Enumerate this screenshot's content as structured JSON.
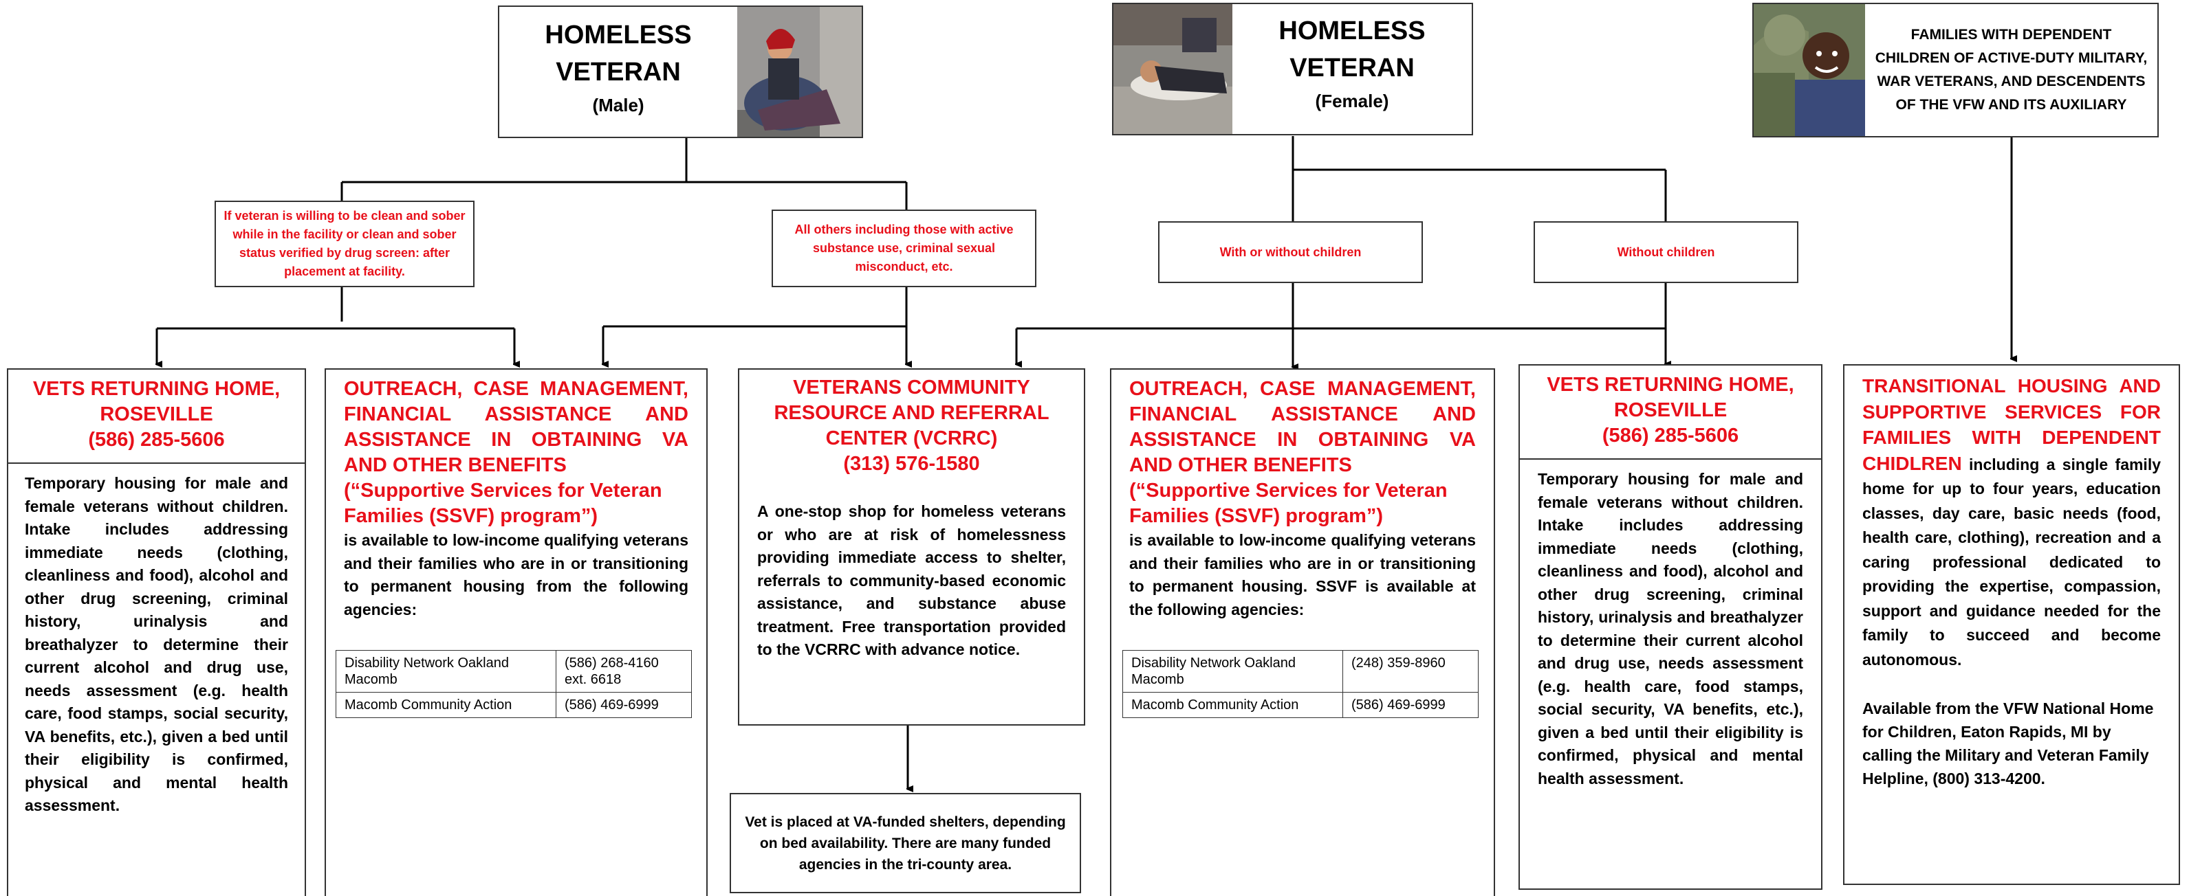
{
  "header_male": {
    "title_line1": "HOMELESS",
    "title_line2": "VETERAN",
    "subtitle": "(Male)"
  },
  "header_female": {
    "title_line1": "HOMELESS",
    "title_line2": "VETERAN",
    "subtitle": "(Female)"
  },
  "header_families": {
    "text": "FAMILIES WITH DEPENDENT CHILDREN OF ACTIVE-DUTY MILITARY, WAR VETERANS, AND DESCENDENTS OF THE VFW AND ITS AUXILIARY"
  },
  "conditions": {
    "clean_sober": "If veteran is willing to be clean and sober while in the facility or clean and sober status verified by drug screen: after placement at facility.",
    "all_others": "All others including those with active substance use, criminal sexual misconduct, etc.",
    "with_without_children": "With or without children",
    "without_children": "Without children"
  },
  "vets_returning_1": {
    "title": "VETS RETURNING HOME, ROSEVILLE",
    "phone": "(586) 285-5606",
    "body": "Temporary housing for male and female veterans without children. Intake includes addressing immediate needs (clothing, cleanliness and food), alcohol and other drug screening, criminal history, urinalysis and breathalyzer to determine their current alcohol and drug use, needs assessment (e.g. health care, food stamps, social security, VA benefits, etc.), given a bed until their eligibility is confirmed, physical and mental health assessment."
  },
  "outreach_1": {
    "title": "OUTREACH, CASE MANAGEMENT, FINANCIAL ASSISTANCE AND ASSISTANCE IN OBTAINING VA AND OTHER BENEFITS",
    "program": "(“Supportive Services for Veteran Families (SSVF) program”)",
    "body": "is available to low-income qualifying veterans and their families who are in or transitioning to permanent housing from the following agencies:",
    "agencies": [
      {
        "name": "Disability Network Oakland Macomb",
        "phone": "(586) 268-4160 ext. 6618"
      },
      {
        "name": "Macomb Community Action",
        "phone": "(586) 469-6999"
      }
    ]
  },
  "vcrrc": {
    "title": "VETERANS COMMUNITY RESOURCE AND REFERRAL CENTER (VCRRC)",
    "phone": "(313) 576-1580",
    "body": "A one-stop shop for homeless veterans or who are at risk of homelessness providing immediate access to shelter, referrals to community-based economic assistance, and substance abuse treatment. Free transportation provided to the VCRRC with advance notice."
  },
  "shelter_note": {
    "text": "Vet is placed at VA-funded shelters, depending on bed availability. There are many funded agencies in the tri-county area."
  },
  "outreach_2": {
    "title": "OUTREACH, CASE MANAGEMENT, FINANCIAL ASSISTANCE AND ASSISTANCE IN OBTAINING VA AND OTHER BENEFITS",
    "program": "(“Supportive Services for Veteran Families (SSVF) program”)",
    "body": "is available to low-income qualifying veterans and their families who are in or transitioning to permanent housing. SSVF is available at the following agencies:",
    "agencies": [
      {
        "name": "Disability Network Oakland Macomb",
        "phone": "(248) 359-8960"
      },
      {
        "name": "Macomb Community Action",
        "phone": "(586) 469-6999"
      }
    ]
  },
  "vets_returning_2": {
    "title": "VETS RETURNING HOME, ROSEVILLE",
    "phone": "(586) 285-5606",
    "body": "Temporary housing for male and female veterans without children. Intake includes addressing immediate needs (clothing, cleanliness and food), alcohol and other drug screening, criminal history, urinalysis and breathalyzer to determine their current alcohol and drug use, needs assessment (e.g. health care, food stamps, social security, VA benefits, etc.), given a bed until their eligibility is confirmed, physical and mental health assessment."
  },
  "transitional": {
    "title": "TRANSITIONAL HOUSING AND SUPPORTIVE SERVICES FOR FAMILIES WITH DEPENDENT CHIDLREN",
    "body": "including a single family home for up to four years, education classes, day care, basic needs (food, health care, clothing), recreation and a caring professional dedicated to providing the expertise, compassion, support and guidance needed for the family to succeed and become autonomous.",
    "availability": "Available from the VFW National Home for Children, Eaton Rapids, MI by calling the Military and Veteran Family Helpline, (800) 313-4200."
  },
  "colors": {
    "accent_red": "#e8101a",
    "border": "#333333"
  }
}
